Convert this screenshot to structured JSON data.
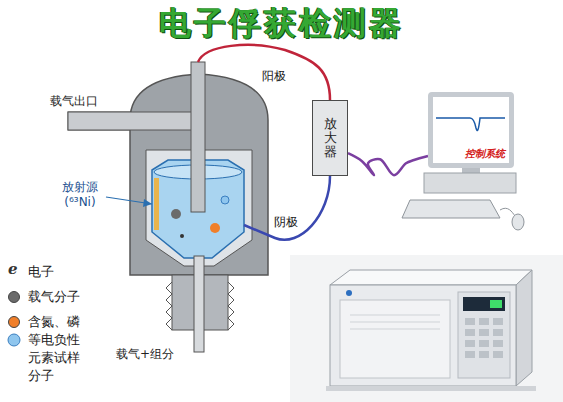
{
  "diagram": {
    "title": "电子俘获检测器",
    "nodes": [
      {
        "text": [
          "放大器"
        ]
      },
      {
        "text": [
          "控制系统"
        ]
      }
    ],
    "edges": [
      {
        "from": 0,
        "to": 1,
        "arrow": "none"
      }
    ],
    "labels": [
      "载气出口",
      "阳极",
      "放射源 (⁶³Ni)",
      "阴极",
      "载气+组分",
      "e"
    ],
    "legend": [
      {
        "text": "电子"
      },
      {
        "text": "载气分子",
        "color": "#6b6b6b"
      },
      {
        "text": "含氮、磷等电负性元素试样分子",
        "color": "#f07f2a"
      }
    ]
  }
}
